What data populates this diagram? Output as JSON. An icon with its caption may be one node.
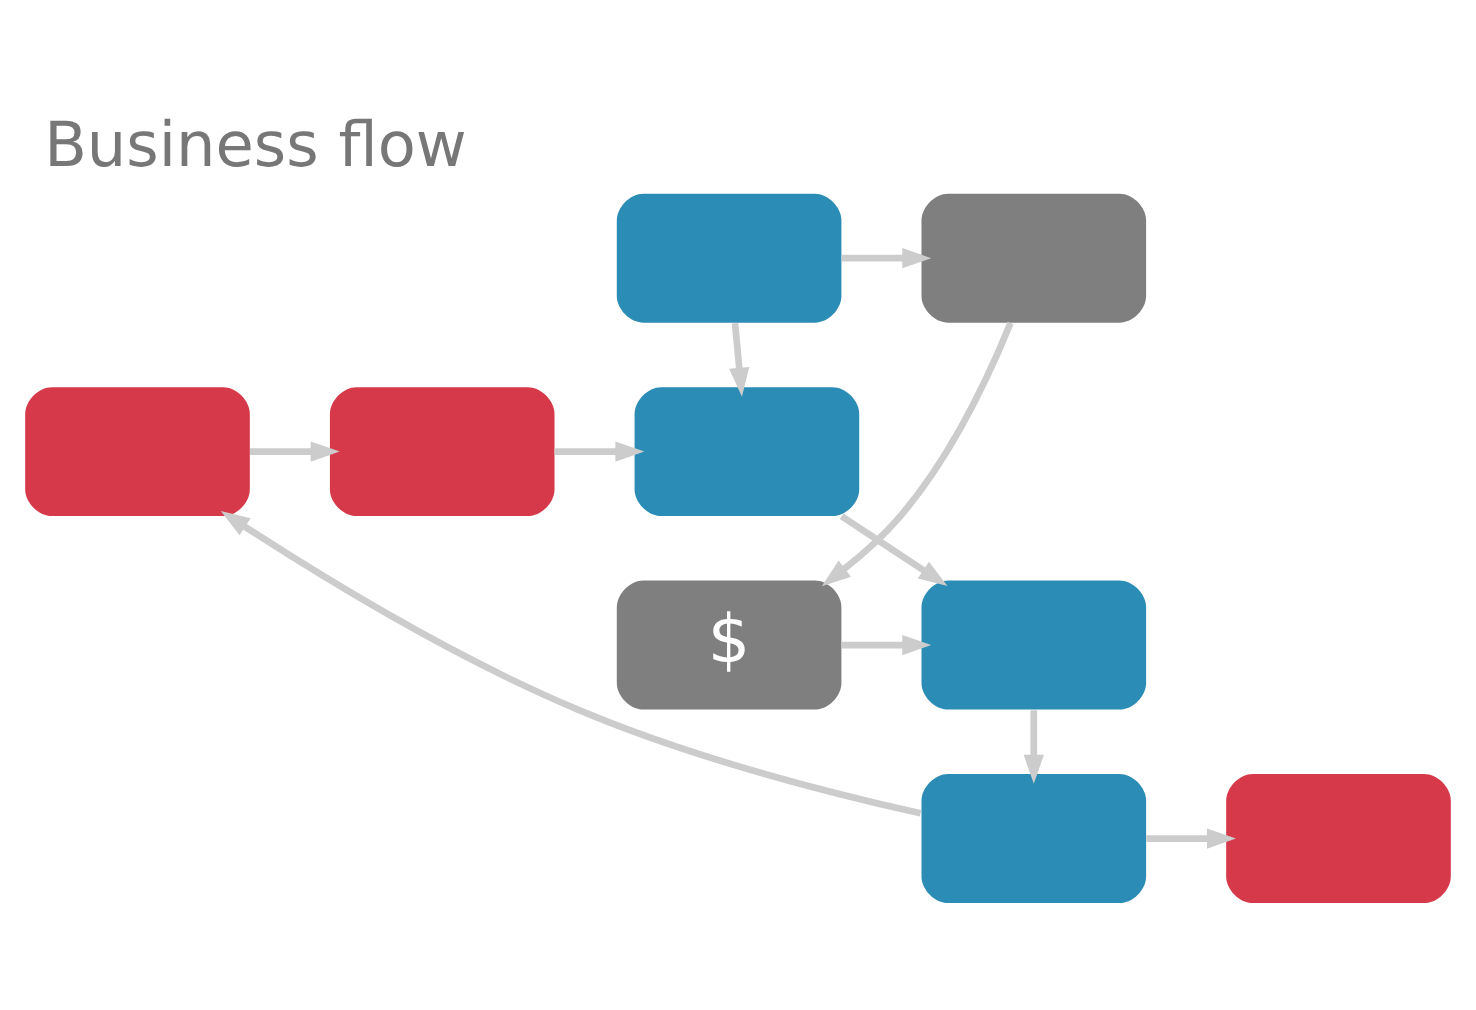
{
  "diagram": {
    "title": "Business flow",
    "nodes": [
      {
        "text": [],
        "shape": "box"
      },
      {
        "text": [],
        "shape": "box"
      },
      {
        "text": [],
        "shape": "box"
      },
      {
        "text": [],
        "shape": "box"
      },
      {
        "text": [],
        "shape": "box"
      },
      {
        "text": [],
        "shape": "box"
      },
      {
        "text": [
          "$"
        ]
      },
      {
        "text": [],
        "shape": "box"
      },
      {
        "text": [],
        "shape": "box"
      }
    ],
    "edges": [
      {
        "from": 0,
        "to": 1,
        "arrow": "to"
      },
      {
        "from": 0,
        "to": 4,
        "arrow": "to"
      },
      {
        "from": 1,
        "to": 6,
        "arrow": "to"
      },
      {
        "from": 2,
        "to": 3,
        "arrow": "to"
      },
      {
        "from": 3,
        "to": 4,
        "arrow": "to"
      },
      {
        "from": 4,
        "to": 5,
        "arrow": "to"
      },
      {
        "from": 6,
        "to": 5,
        "arrow": "to"
      },
      {
        "from": 5,
        "to": 8,
        "arrow": "to"
      },
      {
        "from": 8,
        "to": 7,
        "arrow": "to"
      },
      {
        "from": 8,
        "to": 2,
        "arrow": "to"
      }
    ]
  }
}
